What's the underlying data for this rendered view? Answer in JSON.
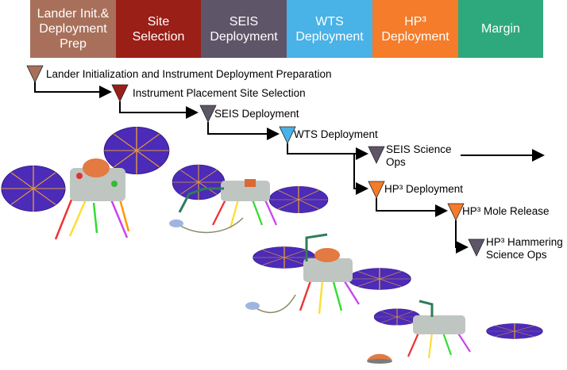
{
  "phases": [
    {
      "label": "Lander Init.&\nDeployment\nPrep",
      "color": "#a8705a"
    },
    {
      "label": "Site\nSelection",
      "color": "#9a1f17"
    },
    {
      "label": "SEIS\nDeployment",
      "color": "#5e5568"
    },
    {
      "label": "WTS\nDeployment",
      "color": "#49b2e6"
    },
    {
      "label": "HP³\nDeployment",
      "color": "#f47c2a"
    },
    {
      "label": "Margin",
      "color": "#2ea97e"
    }
  ],
  "steps": [
    {
      "label": "Lander Initialization and Instrument Deployment Preparation",
      "color": "#a8705a"
    },
    {
      "label": "Instrument Placement Site Selection",
      "color": "#9a1f17"
    },
    {
      "label": "SEIS Deployment",
      "color": "#5e5568"
    },
    {
      "label": "WTS Deployment",
      "color": "#49b2e6"
    },
    {
      "label": "SEIS Science\nOps",
      "color": "#5e5568"
    },
    {
      "label": "HP³ Deployment",
      "color": "#f47c2a"
    },
    {
      "label": "HP³ Mole Release",
      "color": "#f47c2a"
    },
    {
      "label": "HP³ Hammering\nScience Ops",
      "color": "#5e5568"
    }
  ]
}
